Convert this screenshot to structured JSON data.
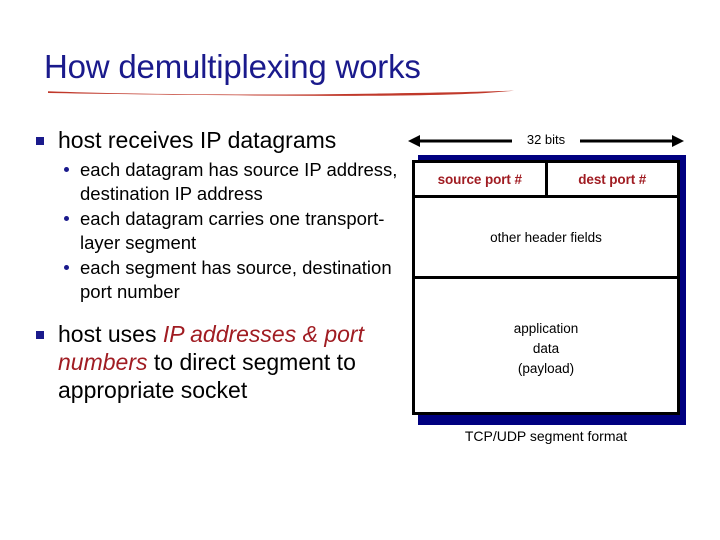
{
  "slide": {
    "title": "How demultiplexing works",
    "accent_title_color": "#1a1a8c",
    "accent_underline_color": "#c0392b",
    "accent_emphasis_color": "#a01c22"
  },
  "bullets": {
    "item1": {
      "text": "host receives IP datagrams",
      "sub": [
        "each datagram has source IP address, destination IP address",
        "each datagram carries one transport-layer segment",
        "each segment has source, destination port number"
      ]
    },
    "item2": {
      "lead": "host uses ",
      "emphasis": "IP addresses & port numbers",
      "tail": " to direct segment to appropriate socket"
    }
  },
  "diagram": {
    "width_label": "32 bits",
    "source_port": "source port #",
    "dest_port": "dest port #",
    "other_header": "other header fields",
    "app_data_line1": "application",
    "app_data_line2": "data",
    "app_data_line3": "(payload)",
    "caption": "TCP/UDP segment format"
  }
}
